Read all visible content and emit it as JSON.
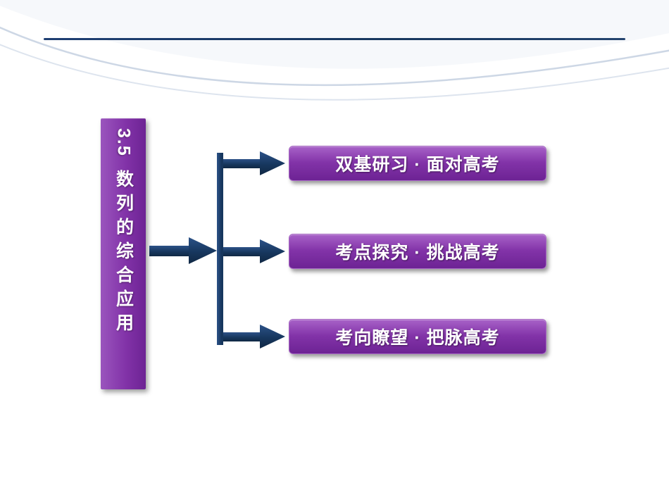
{
  "slide": {
    "section_number": "3.5",
    "section_title": "数列的综合应用",
    "items": [
      {
        "label": "双基研习 · 面对高考"
      },
      {
        "label": "考点探究 · 挑战高考"
      },
      {
        "label": "考向瞭望 · 把脉高考"
      }
    ]
  },
  "theme": {
    "purple": "#8233a8",
    "purple_light": "#9a55bd",
    "purple_dark": "#6d2394",
    "navy": "#17375e",
    "line_navy": "#1f3f73"
  }
}
